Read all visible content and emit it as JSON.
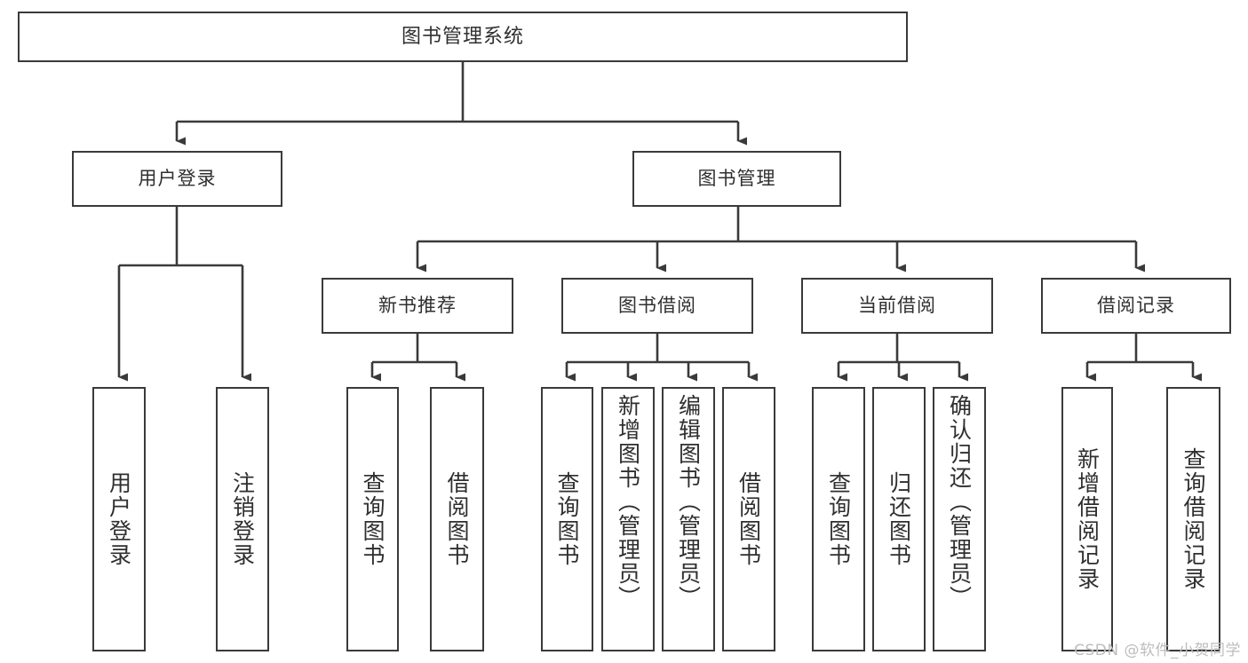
{
  "diagram": {
    "title": "图书管理系统",
    "type": "functional-structure-tree",
    "edge_color": "#3a3a3a",
    "box_border_color": "#3a3a3a",
    "text_color": "#2f2f2f",
    "background": "#ffffff"
  },
  "nodes": {
    "root": {
      "label": "图书管理系统"
    },
    "level1": [
      {
        "id": "user-login",
        "label": "用户登录"
      },
      {
        "id": "book-manage",
        "label": "图书管理"
      }
    ],
    "level2": [
      {
        "id": "new-book-recommend",
        "label": "新书推荐"
      },
      {
        "id": "book-borrow",
        "label": "图书借阅"
      },
      {
        "id": "current-borrow",
        "label": "当前借阅"
      },
      {
        "id": "borrow-record",
        "label": "借阅记录"
      }
    ],
    "leaves": {
      "user_login": [
        {
          "id": "leaf-user-login",
          "label": "用户登录"
        },
        {
          "id": "leaf-logout-login",
          "label": "注销登录"
        }
      ],
      "new_book_recommend": [
        {
          "id": "leaf-query-book-1",
          "label": "查询图书"
        },
        {
          "id": "leaf-borrow-book-1",
          "label": "借阅图书"
        }
      ],
      "book_borrow": [
        {
          "id": "leaf-query-book-2",
          "label": "查询图书"
        },
        {
          "id": "leaf-add-book",
          "label": "新增图书（管理员）"
        },
        {
          "id": "leaf-edit-book",
          "label": "编辑图书（管理员）"
        },
        {
          "id": "leaf-borrow-book-2",
          "label": "借阅图书"
        }
      ],
      "current_borrow": [
        {
          "id": "leaf-query-book-3",
          "label": "查询图书"
        },
        {
          "id": "leaf-return-book",
          "label": "归还图书"
        },
        {
          "id": "leaf-confirm-return",
          "label": "确认归还（管理员）"
        }
      ],
      "borrow_record": [
        {
          "id": "leaf-add-record",
          "label": "新增借阅记录"
        },
        {
          "id": "leaf-query-record",
          "label": "查询借阅记录"
        }
      ]
    }
  },
  "watermark": {
    "text": "CSDN @软件_小贺同学"
  }
}
